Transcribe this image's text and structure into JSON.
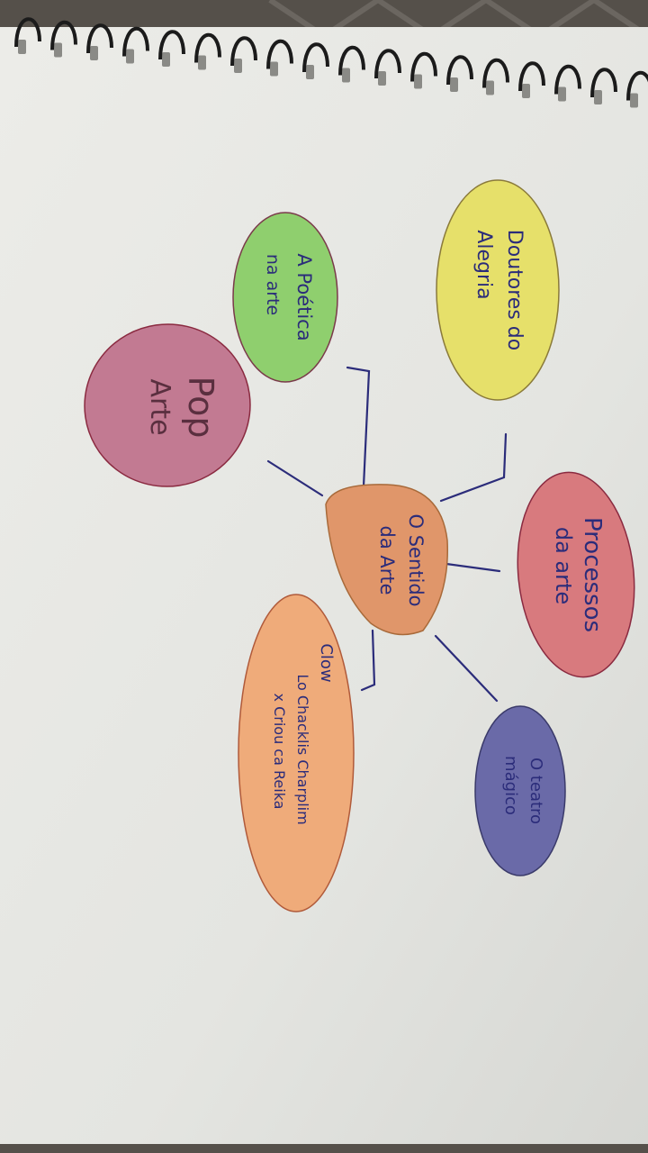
{
  "notebook": {
    "central_node": {
      "lines": [
        "O Sentido",
        "da Arte"
      ],
      "color": "#e0966a"
    },
    "nodes": [
      {
        "id": "doutores",
        "lines": [
          "Doutores do",
          "Alegria"
        ],
        "color": "#e6e06a"
      },
      {
        "id": "poetica",
        "lines": [
          "A Poética",
          "na arte"
        ],
        "color": "#8fcf6e"
      },
      {
        "id": "pop",
        "lines": [
          "Pop",
          "Arte"
        ],
        "color": "#c27a92"
      },
      {
        "id": "processos",
        "lines": [
          "Processos",
          "da arte"
        ],
        "color": "#d87a7e"
      },
      {
        "id": "teatro",
        "lines": [
          "O teatro",
          "mágico"
        ],
        "color": "#6a6aa8"
      },
      {
        "id": "clow",
        "lines": [
          "Clow",
          "Lo Chacklis Charplim",
          "x Criou ca Reika"
        ],
        "color": "#efab7a"
      }
    ],
    "paper_color": "#e9e9e4",
    "spiral_color": "#1b1b1b",
    "ink_color": "#2b2c7a"
  }
}
